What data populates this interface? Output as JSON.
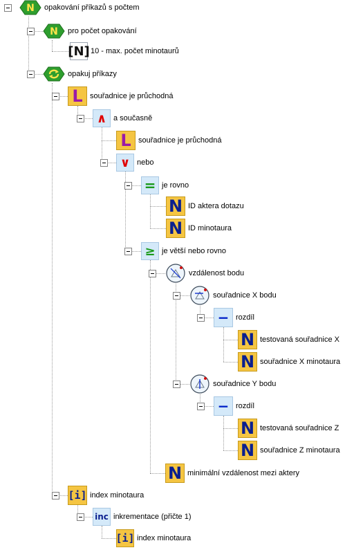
{
  "tree": [
    {
      "id": "n0",
      "label": "opakování příkazů s počtem",
      "icon": "repeat-count-icon"
    },
    {
      "id": "n1",
      "label": "pro počet opakování",
      "icon": "count-n-icon"
    },
    {
      "id": "n2",
      "label": "10 - max. počet minotaurů",
      "icon": "number-constant-icon"
    },
    {
      "id": "n3",
      "label": "opakuj příkazy",
      "icon": "repeat-loop-icon"
    },
    {
      "id": "n4",
      "label": "souřadnice je průchodná",
      "icon": "logic-l-icon"
    },
    {
      "id": "n5",
      "label": "a současně",
      "icon": "and-operator-icon"
    },
    {
      "id": "n6",
      "label": "souřadnice je průchodná",
      "icon": "logic-l-icon"
    },
    {
      "id": "n7",
      "label": "nebo",
      "icon": "or-operator-icon"
    },
    {
      "id": "n8",
      "label": "je rovno",
      "icon": "equals-operator-icon"
    },
    {
      "id": "n9",
      "label": "ID aktera dotazu",
      "icon": "number-n-icon"
    },
    {
      "id": "n10",
      "label": "ID minotaura",
      "icon": "number-n-icon"
    },
    {
      "id": "n11",
      "label": "je větší nebo rovno",
      "icon": "greater-equal-icon"
    },
    {
      "id": "n12",
      "label": "vzdálenost bodu",
      "icon": "distance-icon"
    },
    {
      "id": "n13",
      "label": "souřadnice X bodu",
      "icon": "coordinate-x-icon"
    },
    {
      "id": "n14",
      "label": "rozdíl",
      "icon": "minus-operator-icon"
    },
    {
      "id": "n15",
      "label": "testovaná souřadnice X",
      "icon": "number-n-icon"
    },
    {
      "id": "n16",
      "label": "souřadnice X minotaura",
      "icon": "number-n-icon"
    },
    {
      "id": "n17",
      "label": "souřadnice Y bodu",
      "icon": "coordinate-y-icon"
    },
    {
      "id": "n18",
      "label": "rozdíl",
      "icon": "minus-operator-icon"
    },
    {
      "id": "n19",
      "label": "testovaná souřadnice Z",
      "icon": "number-n-icon"
    },
    {
      "id": "n20",
      "label": "souřadnice Z minotaura",
      "icon": "number-n-icon"
    },
    {
      "id": "n21",
      "label": "minimální vzdálenost mezi aktery",
      "icon": "number-n-icon"
    },
    {
      "id": "n22",
      "label": "index minotaura",
      "icon": "index-variable-icon"
    },
    {
      "id": "n23",
      "label": "inkrementace (přičte 1)",
      "icon": "increment-icon"
    },
    {
      "id": "n24",
      "label": "index minotaura",
      "icon": "index-variable-icon"
    }
  ],
  "glyphs": {
    "count_letter": "N",
    "number_letter": "N",
    "logic_letter": "L",
    "index_text": "[i]",
    "increment_text": "inc",
    "and_symbol": "∧",
    "or_symbol": "∨",
    "equals_symbol": "=",
    "greater_equal_symbol": "≥",
    "minus_symbol": "−"
  },
  "colors": {
    "gear_green": "#2e9e2e",
    "number_bg": "#f5c542",
    "number_text": "#0a1f8f",
    "logic_text": "#9a1aa8",
    "operator_bg": "#d4e9f9",
    "red_operator": "#e00000",
    "green_operator": "#1a9a1a",
    "blue_operator": "#0020c8",
    "increment_text": "#0a1f8f"
  }
}
